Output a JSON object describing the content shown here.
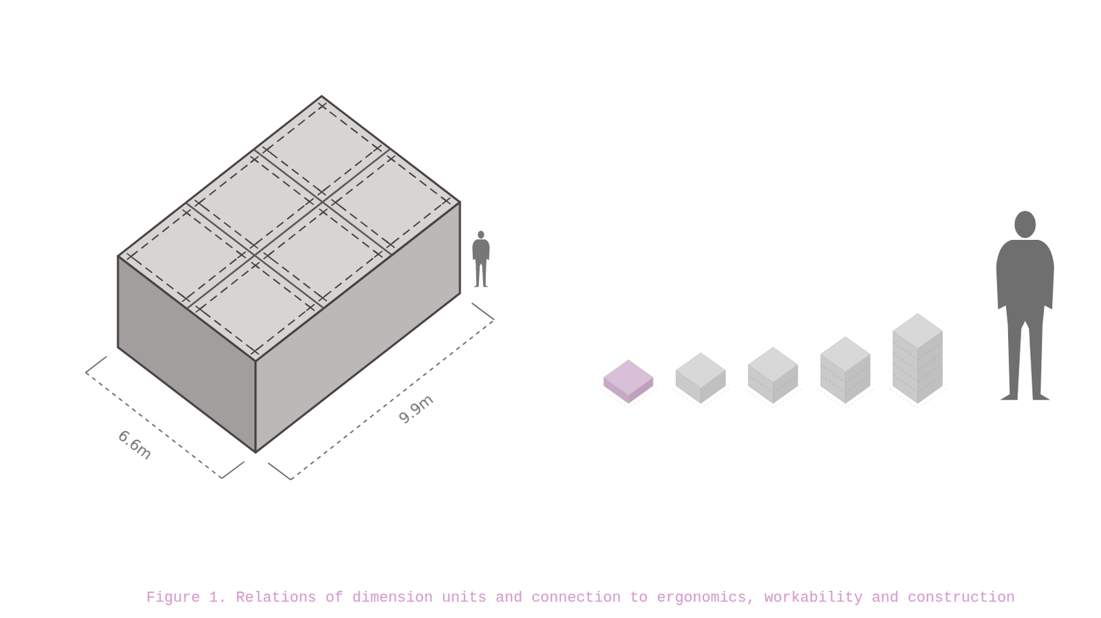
{
  "diagram": {
    "caption": "Figure 1. Relations of dimension units and connection to ergonomics, workability and construction",
    "labels": [
      "6.6m",
      "9.9m"
    ]
  }
}
